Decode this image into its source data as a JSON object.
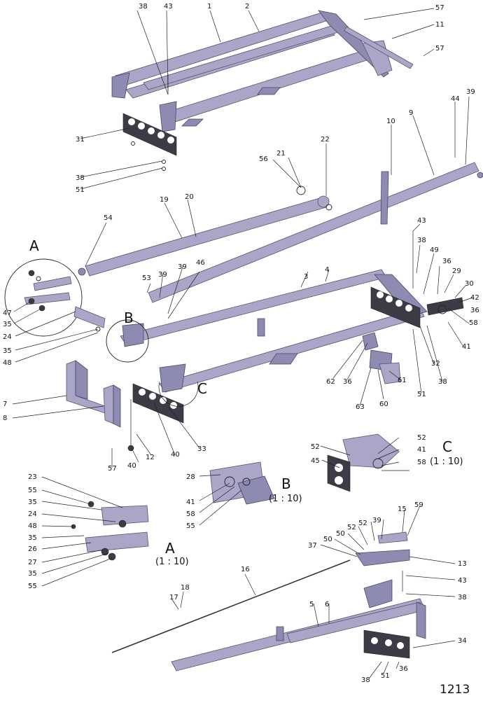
{
  "page_number": "1213",
  "details": [
    {
      "letter": "A",
      "scale": "(1 : 10)"
    },
    {
      "letter": "B",
      "scale": "(1 : 10)"
    },
    {
      "letter": "C",
      "scale": "(1 : 10)"
    }
  ],
  "callouts": [
    "1",
    "2",
    "3",
    "4",
    "5",
    "6",
    "7",
    "8",
    "9",
    "10",
    "11",
    "12",
    "13",
    "15",
    "16",
    "17",
    "18",
    "19",
    "20",
    "21",
    "22",
    "23",
    "24",
    "26",
    "27",
    "28",
    "29",
    "30",
    "31",
    "32",
    "33",
    "34",
    "35",
    "36",
    "37",
    "38",
    "39",
    "40",
    "41",
    "42",
    "43",
    "44",
    "45",
    "46",
    "47",
    "48",
    "49",
    "50",
    "51",
    "52",
    "53",
    "54",
    "55",
    "56",
    "57",
    "58",
    "59",
    "60",
    "61",
    "62",
    "63"
  ],
  "colors": {
    "part": "#a9a6c8",
    "part_dark": "#7b78a0",
    "plate": "#3c3c46",
    "line": "#222222"
  }
}
